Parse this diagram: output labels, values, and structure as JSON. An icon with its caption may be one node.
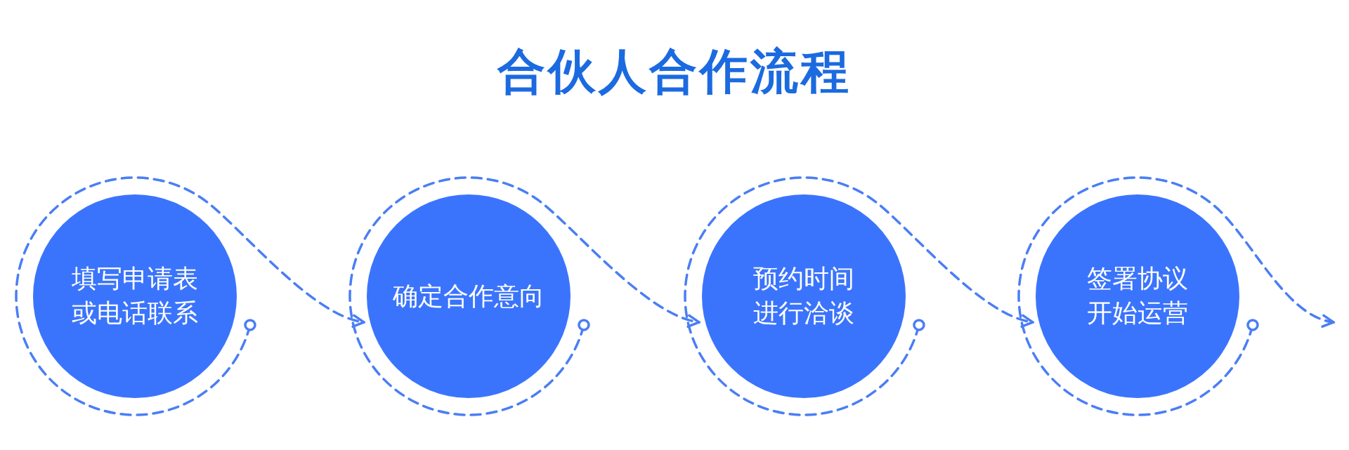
{
  "diagram": {
    "title": "合伙人合作流程",
    "nodes": [
      {
        "text": [
          "填写申请表或电话联系"
        ]
      },
      {
        "text": [
          "确定合作意向"
        ]
      },
      {
        "text": [
          "预约时间进行洽谈"
        ]
      },
      {
        "text": [
          "签署协议开始运营"
        ]
      }
    ],
    "edges": [
      {
        "from": 0,
        "to": 1,
        "arrow": "to",
        "style": "dashed"
      },
      {
        "from": 1,
        "to": 2,
        "arrow": "to",
        "style": "dashed"
      },
      {
        "from": 2,
        "to": 3,
        "arrow": "to",
        "style": "dashed"
      },
      {
        "from": 3,
        "to": null,
        "arrow": "to",
        "style": "dashed"
      }
    ]
  }
}
